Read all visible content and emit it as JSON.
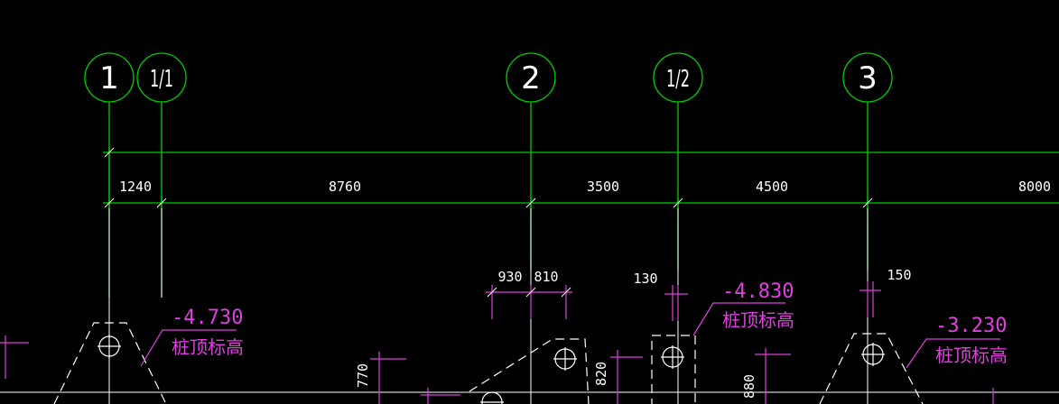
{
  "drawing": {
    "background_color": "#000000",
    "colors": {
      "axis": "#00d000",
      "dimension_tick": "#e040e0",
      "annotation": "#e040e0",
      "outline": "#ffffff"
    },
    "axes": [
      {
        "label": "1"
      },
      {
        "label": "1/1"
      },
      {
        "label": "2"
      },
      {
        "label": "1/2"
      },
      {
        "label": "3"
      }
    ],
    "top_dimensions": [
      "1240",
      "8760",
      "3500",
      "4500",
      "8000"
    ],
    "local_dimensions": {
      "d930": "930",
      "d810": "810",
      "d130": "130",
      "d150": "150",
      "d770": "770",
      "d820": "820",
      "d880": "880"
    },
    "elevations": [
      {
        "value": "-4.730",
        "note": "桩顶标高"
      },
      {
        "value": "-4.830",
        "note": "桩顶标高"
      },
      {
        "value": "-3.230",
        "note": "桩顶标高"
      }
    ]
  }
}
